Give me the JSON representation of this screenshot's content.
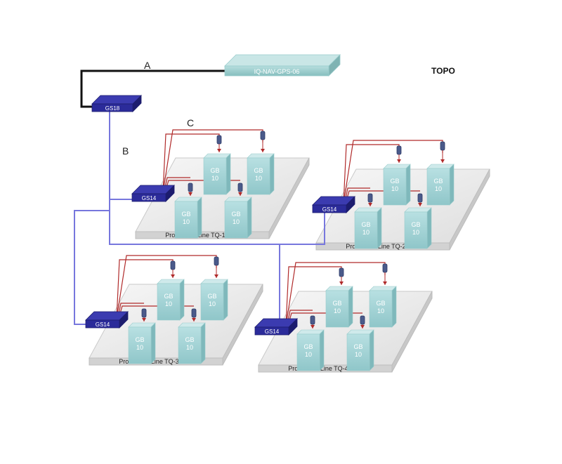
{
  "title": "TOPO",
  "links": {
    "a": "A",
    "b": "B",
    "c": "C"
  },
  "gps_device": {
    "label": "IQ-NAV-GPS-06"
  },
  "core_switch": {
    "label": "GS18"
  },
  "lines": [
    {
      "id": "tq1",
      "label": "Production Line  TQ-1",
      "switch_label": "GS14",
      "unit_lines": [
        "GB",
        "10"
      ]
    },
    {
      "id": "tq2",
      "label": "Production Line  TQ-2",
      "switch_label": "GS14",
      "unit_lines": [
        "GB",
        "10"
      ]
    },
    {
      "id": "tq3",
      "label": "Production Line  TQ-3",
      "switch_label": "GS14",
      "unit_lines": [
        "GB",
        "10"
      ]
    },
    {
      "id": "tq4",
      "label": "Production Line  TQ-4",
      "switch_label": "GS14",
      "unit_lines": [
        "GB",
        "10"
      ]
    }
  ],
  "colors": {
    "core_link": "#111111",
    "switch_link": "#7777dd",
    "sensor_link": "#b02a2a",
    "switch_face": "#2b2b9a",
    "gps_face": "#9fcfcf",
    "unit_face": "#a9d6d8",
    "platform": "#ececec"
  }
}
